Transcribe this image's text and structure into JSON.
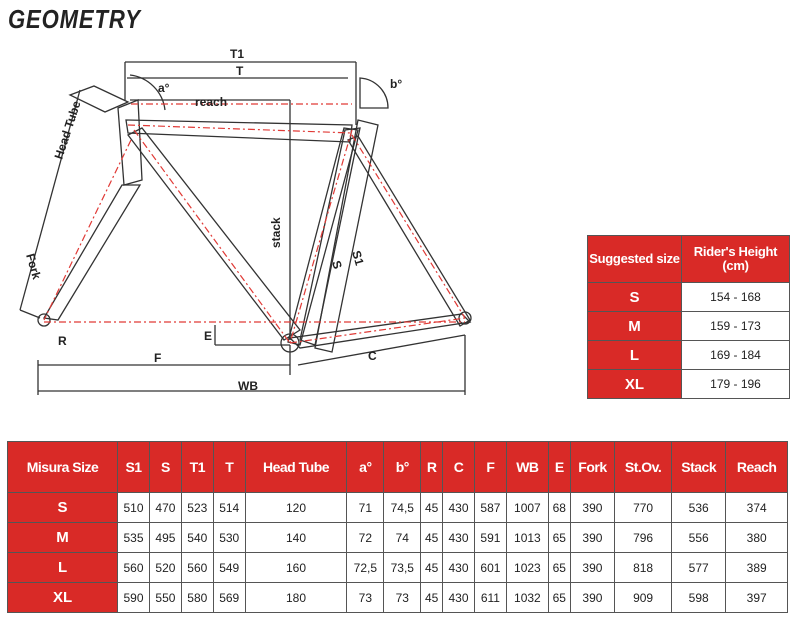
{
  "page": {
    "title": "GEOMETRY"
  },
  "diagram": {
    "labels": {
      "t1": "T1",
      "t": "T",
      "reach": "reach",
      "a": "a°",
      "b": "b°",
      "head_tube": "Head Tube",
      "fork": "Fork",
      "stack": "stack",
      "s": "S",
      "s1": "S1",
      "r": "R",
      "e": "E",
      "f": "F",
      "wb": "WB",
      "c": "C"
    }
  },
  "suggested_size_table": {
    "headers": [
      "Suggested size",
      "Rider's Height (cm)"
    ],
    "rows": [
      {
        "size": "S",
        "height": "154 - 168"
      },
      {
        "size": "M",
        "height": "159 - 173"
      },
      {
        "size": "L",
        "height": "169 - 184"
      },
      {
        "size": "XL",
        "height": "179 - 196"
      }
    ]
  },
  "geometry_table": {
    "headers": [
      "Misura Size",
      "S1",
      "S",
      "T1",
      "T",
      "Head Tube",
      "a°",
      "b°",
      "R",
      "C",
      "F",
      "WB",
      "E",
      "Fork",
      "St.Ov.",
      "Stack",
      "Reach"
    ],
    "rows": [
      {
        "size": "S",
        "values": [
          "510",
          "470",
          "523",
          "514",
          "120",
          "71",
          "74,5",
          "45",
          "430",
          "587",
          "1007",
          "68",
          "390",
          "770",
          "536",
          "374"
        ]
      },
      {
        "size": "M",
        "values": [
          "535",
          "495",
          "540",
          "530",
          "140",
          "72",
          "74",
          "45",
          "430",
          "591",
          "1013",
          "65",
          "390",
          "796",
          "556",
          "380"
        ]
      },
      {
        "size": "L",
        "values": [
          "560",
          "520",
          "560",
          "549",
          "160",
          "72,5",
          "73,5",
          "45",
          "430",
          "601",
          "1023",
          "65",
          "390",
          "818",
          "577",
          "389"
        ]
      },
      {
        "size": "XL",
        "values": [
          "590",
          "550",
          "580",
          "569",
          "180",
          "73",
          "73",
          "45",
          "430",
          "611",
          "1032",
          "65",
          "390",
          "909",
          "598",
          "397"
        ]
      }
    ]
  },
  "colors": {
    "accent": "#d92a27",
    "frame_line": "#e03a36",
    "outline": "#333333"
  }
}
